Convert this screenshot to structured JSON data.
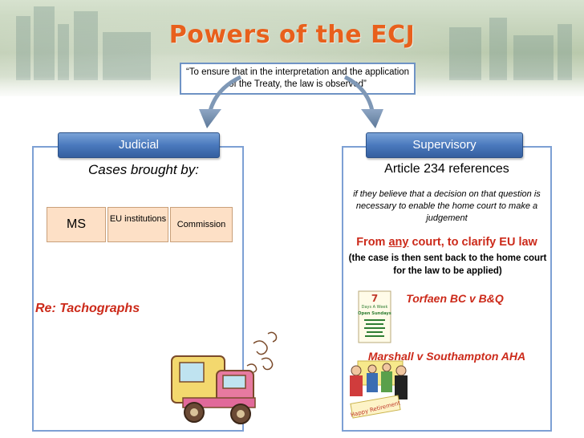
{
  "slide": {
    "title": "Powers of the ECJ",
    "quote": "“To ensure that in the interpretation and the application of the Treaty, the law is observed”"
  },
  "judicial": {
    "tab_label": "Judicial",
    "cases_heading": "Cases brought by:",
    "boxes": [
      {
        "label": "MS"
      },
      {
        "label": "EU institutions"
      },
      {
        "label": "Commission"
      }
    ],
    "note": "Re: Tachographs"
  },
  "supervisory": {
    "tab_label": "Supervisory",
    "heading": "Article 234 references",
    "condition": "if they believe that a decision on that question is necessary to enable the home court to make a judgement",
    "any_court_prefix": "From ",
    "any_court_emph": "any",
    "any_court_suffix": " court, to clarify EU law",
    "sent_back": "(the case is then sent back to the home court for the law to be applied)",
    "case_1": "Torfaen  BC v B&Q",
    "case_2": "Marshall v Southampton AHA",
    "sundays_clip": {
      "line1": "7",
      "line2": "Days A Week",
      "line3": "Open Sundays"
    },
    "retire_clip": "Happy Retirement"
  },
  "colors": {
    "title": "#e8601c",
    "accent_red": "#cc2a1a",
    "tab_blue": "#4a79bd",
    "panel_border": "#7da0d4",
    "box_fill": "#fde0c6"
  }
}
